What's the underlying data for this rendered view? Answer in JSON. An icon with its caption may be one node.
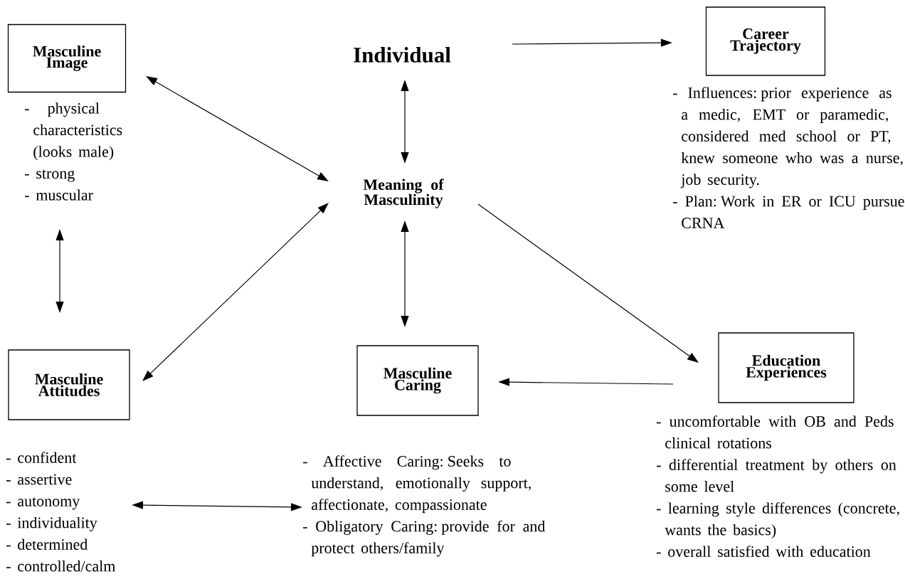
{
  "diagram": {
    "nodes": [
      {
        "text": [
          "Masculine Image"
        ],
        "beside": [
          "- physical characteristics (looks male)",
          "- strong",
          "- muscular"
        ]
      },
      {
        "text": [
          "Individual"
        ]
      },
      {
        "text": [
          "Career Trajectory"
        ],
        "beside": [
          "- Influences: prior experience as a medic, EMT or paramedic, considered med school or PT, knew someone who was a nurse, job security.",
          "- Plan: Work in ER or ICU pursue CRNA"
        ]
      },
      {
        "text": [
          "Meaning of Masculinity"
        ]
      },
      {
        "text": [
          "Masculine Attitudes"
        ]
      },
      {
        "text": [
          "Masculine Caring"
        ]
      },
      {
        "text": [
          "Education Experiences"
        ],
        "beside": [
          "- uncomfortable with OB and Peds clinical rotations",
          "- differential treatment by others on some level",
          "- learning style differences (concrete, wants the basics)",
          "- overall satisfied with education"
        ]
      },
      {
        "text": [
          "- confident",
          "- assertive",
          "- autonomy",
          "- individuality",
          "- determined",
          "- controlled/calm"
        ]
      },
      {
        "text": [
          "- Affective Caring: Seeks to understand, emotionally support, affectionate, compassionate",
          "- Obligatory Caring: provide for and protect others/family"
        ]
      }
    ],
    "edges": [
      {
        "from": 0,
        "to": 3,
        "arrow": "both"
      },
      {
        "from": 1,
        "to": 3,
        "arrow": "both"
      },
      {
        "from": 1,
        "to": 2,
        "arrow": "to"
      },
      {
        "from": 0,
        "to": 4,
        "arrow": "both"
      },
      {
        "from": 3,
        "to": 4,
        "arrow": "both"
      },
      {
        "from": 3,
        "to": 5,
        "arrow": "both"
      },
      {
        "from": 3,
        "to": 6,
        "arrow": "to"
      },
      {
        "from": 6,
        "to": 5,
        "arrow": "to"
      },
      {
        "from": 7,
        "to": 8,
        "arrow": "both"
      }
    ]
  }
}
